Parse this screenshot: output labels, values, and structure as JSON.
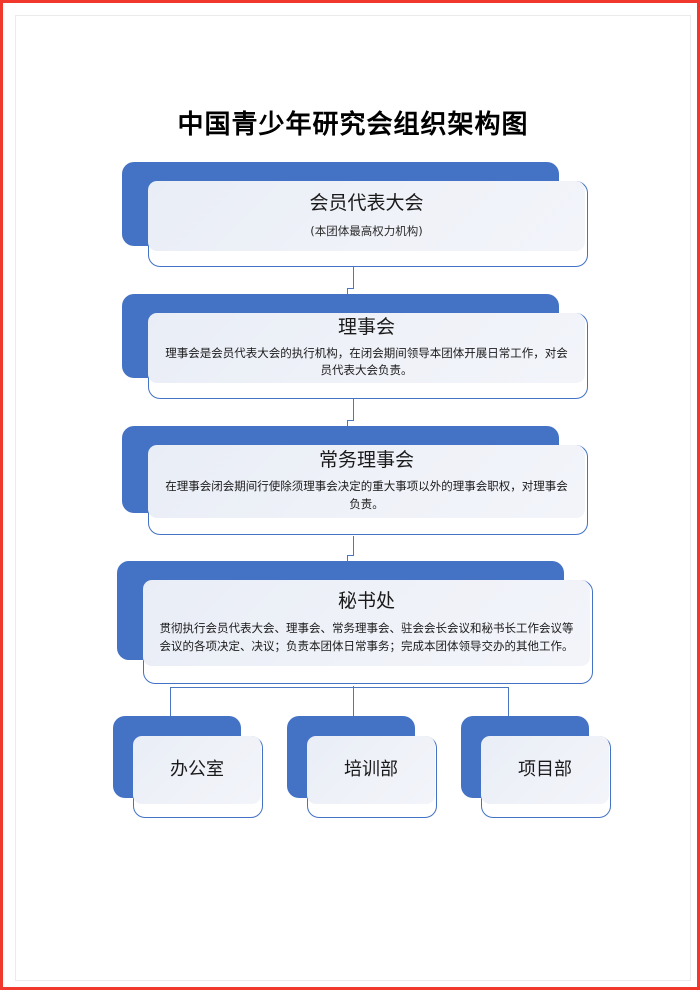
{
  "document": {
    "title": "中国青少年研究会组织架构图",
    "border_color": "#F0392C",
    "accent_color": "#4472C4",
    "panel_color": "#EDF0F7"
  },
  "chart_data": {
    "type": "diagram",
    "diagram_type": "organizational-chart",
    "title": "中国青少年研究会组织架构图",
    "orientation": "top-down",
    "nodes": [
      {
        "id": "congress",
        "level": 1,
        "title": "会员代表大会",
        "subtitle": "(本团体最高权力机构)",
        "description": ""
      },
      {
        "id": "council",
        "level": 2,
        "title": "理事会",
        "subtitle": "",
        "description": "理事会是会员代表大会的执行机构，在闭会期间领导本团体开展日常工作，对会员代表大会负责。"
      },
      {
        "id": "standing-council",
        "level": 3,
        "title": "常务理事会",
        "subtitle": "",
        "description": "在理事会闭会期间行使除须理事会决定的重大事项以外的理事会职权，对理事会负责。"
      },
      {
        "id": "secretariat",
        "level": 4,
        "title": "秘书处",
        "subtitle": "",
        "description": "贯彻执行会员代表大会、理事会、常务理事会、驻会会长会议和秘书长工作会议等会议的各项决定、决议；负责本团体日常事务；完成本团体领导交办的其他工作。"
      },
      {
        "id": "office",
        "level": 5,
        "title": "办公室",
        "subtitle": "",
        "description": ""
      },
      {
        "id": "training",
        "level": 5,
        "title": "培训部",
        "subtitle": "",
        "description": ""
      },
      {
        "id": "project",
        "level": 5,
        "title": "项目部",
        "subtitle": "",
        "description": ""
      }
    ],
    "edges": [
      {
        "from": "congress",
        "to": "council"
      },
      {
        "from": "council",
        "to": "standing-council"
      },
      {
        "from": "standing-council",
        "to": "secretariat"
      },
      {
        "from": "secretariat",
        "to": "office"
      },
      {
        "from": "secretariat",
        "to": "training"
      },
      {
        "from": "secretariat",
        "to": "project"
      }
    ]
  }
}
